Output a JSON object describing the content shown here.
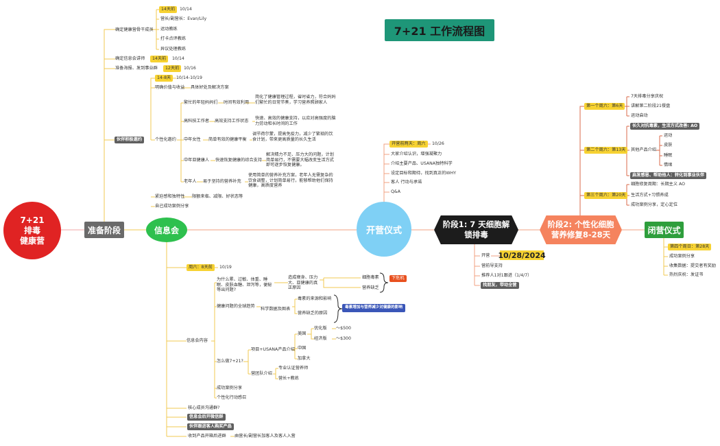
{
  "title": "7+21 工作流程图",
  "root": {
    "line1": "7+21",
    "line2": "排毒",
    "line3": "健康营"
  },
  "prep": {
    "label": "准备阶段",
    "team": {
      "label": "确定健康营骨干成员",
      "when": "14天前",
      "date": "10/14",
      "members": [
        "营长/副营长：Evan/Lily",
        "运动教练",
        "打卡点评教练",
        "异议处理教练"
      ]
    },
    "speaker": {
      "label": "确定信息会讲师",
      "when": "14天前",
      "date": "10/14"
    },
    "poster": {
      "label": "准备海报、发到事业群",
      "when": "12天前",
      "date": "10/16"
    },
    "invite": {
      "label": "伙伴积极邀约",
      "when": "14-8天",
      "date": "10/14-10/19",
      "value": {
        "label": "明确价值与收益",
        "detail": "具体好处及解决方案"
      },
      "personal": {
        "label": "个性化邀约",
        "groups": [
          {
            "name": "繁忙的年轻妈妈们",
            "need": "时间有效利用",
            "desc": "简化了健康管理过程，省时省力，符合妈妈们繁忙的日常节奏，学习营养照顾家人"
          },
          {
            "name": "高科技工作者",
            "need": "高效支持工作状态",
            "desc": "快速、高效的健康支持，以应对高强度的脑力劳动和长时间的工作"
          },
          {
            "name": "中年女性",
            "need": "简单有效的健康平衡",
            "desc": "调节荷尔蒙，提高免疫力，减少了繁琐的饮食计划，带来更高质量的长久生活"
          },
          {
            "name": "中年亚健康人",
            "need": "快速恢复健康的综合支持",
            "desc": "解决精力不足、压力大的问题，计划简单易行，不需要大幅改变生活方式即可逐步恢复健康。"
          },
          {
            "name": "老年人",
            "need": "易于坚持的营养补充",
            "desc": "使用简单的营养补充方案，老年人无需复杂的饮食调整，计划简单易行，能够帮助他们保持健康，高质度营养"
          }
        ]
      },
      "urgency": {
        "label": "紧迫感和独特性",
        "detail": "限额来临、减限、好状态等"
      },
      "share": "自己成功案例分享"
    }
  },
  "info": {
    "label": "信息会",
    "date": {
      "when": "周六：8天前",
      "value": "10/19"
    },
    "content": {
      "label": "信息会内容",
      "why": {
        "q": "为什么累、过敏、体重、睡眠、皮肤血糖、泄泻等，便秘等出问题?",
        "a": "造成瘦身、压力大、亚健康的真正原因",
        "causes": [
          "细胞毒素",
          "营养缺乏"
        ],
        "tag": "下危机"
      },
      "trend": {
        "label": "健康问题的全球趋势",
        "sub": "科学数据及图表",
        "items": [
          "毒素的来源和影响",
          "营养缺乏的原因"
        ],
        "note": "毒素增加与营养减少对健康的影响"
      },
      "how": {
        "label": "怎么做7+21?",
        "project": {
          "label": "项目+USANA产品介绍",
          "regions": [
            {
              "name": "美国",
              "plans": [
                {
                  "n": "优化版",
                  "p": "～$500"
                },
                {
                  "n": "经济版",
                  "p": "～$300"
                }
              ]
            },
            {
              "name": "中国"
            },
            {
              "name": "加拿大"
            }
          ]
        },
        "team": {
          "label": "营团队介绍",
          "items": [
            "专业认证营养师",
            "营长+教练"
          ]
        }
      },
      "cases": "成功案例分享",
      "action": "个性化行动感召"
    },
    "tail": [
      {
        "label": "核心成员沟通群?",
        "style": "plain"
      },
      {
        "label": "信息会后开微信群",
        "style": "gray"
      },
      {
        "label": "伙伴跟进客人购买产品",
        "style": "gray"
      },
      {
        "label": "收到产品开箱后进群",
        "style": "plain",
        "detail": "由营长/副营长加客人及客人入营"
      }
    ]
  },
  "opening": {
    "label": "开营仪式",
    "when": "开营前两天：周六",
    "date": "10/26",
    "items": [
      "大家介绍认识，增强凝聚力",
      "介绍主要产品、USANA独特科学",
      "设定目标和期待，找到真正的WHY",
      "客人 行动与承诺",
      "Q&A"
    ]
  },
  "phase1": {
    "line1": "阶段1: 7 天细胞解",
    "line2": "锁排毒",
    "start": {
      "label": "开营",
      "date": "10/28/2024"
    },
    "items": [
      "营前导支持",
      "推荐人1对1跟进（1/4/7）",
      "找朋友，带动全营"
    ]
  },
  "phase2": {
    "line1": "阶段2: 个性化细胞",
    "line2": "营养修复8-28天",
    "w1": {
      "label": "第一个周六：第6天",
      "items": [
        "7天排毒分享庆祝",
        "讲解第二阶段21餐盘",
        "运动启动"
      ]
    },
    "w2": {
      "label": "第二个周六：第13天",
      "head": "长久对抗毒素，生活方式改善: AO",
      "sub": "其他产品介绍",
      "products": [
        "运动",
        "皮肤",
        "睡眠",
        "情绪"
      ],
      "tail": "启发感恩、帮助他人：转化到事业伙伴"
    },
    "w3": {
      "label": "第三个周六：第20天",
      "items": [
        "细胞修复周期：长期主义 AO",
        "生活方式+习惯养成",
        "成功案例分享，定心定位"
      ]
    }
  },
  "closing": {
    "label": "闭营仪式",
    "when": "第四个周日：第28天",
    "items": [
      "成功案例分享",
      "收集数据：提交者有奖励",
      "热烈庆祝：发证书"
    ]
  },
  "colors": {
    "root": "#e02323",
    "prep": "#6a6a6a",
    "info": "#2ec04e",
    "opening": "#7fd0f5",
    "phase1": "#1c1c1c",
    "phase2": "#f5835e",
    "closing": "#2e9e3c",
    "highlight": "#f7d232",
    "title_bg": "#1e9678"
  }
}
